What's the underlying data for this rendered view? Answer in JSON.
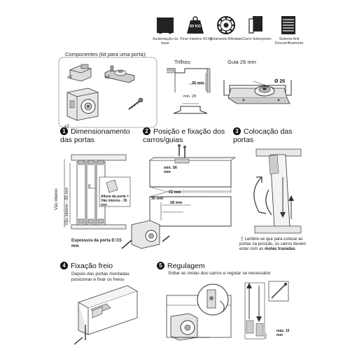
{
  "features": [
    {
      "icon": "base-support-icon",
      "label": "Sustentação na base"
    },
    {
      "icon": "weight-icon",
      "label": "Peso máximo 60 kg",
      "badge": "60 KG"
    },
    {
      "icon": "bearing-icon",
      "label": "Rolamento Blindado"
    },
    {
      "icon": "carriage-icon",
      "label": "Carro Sobreposto"
    },
    {
      "icon": "anti-derail-icon",
      "label": "Sistema Anti Descarrilhamento"
    }
  ],
  "components": {
    "title": "Componentes (kit para uma porta):",
    "qty_a": "x2",
    "qty_b": "x2",
    "qty_c": "x2"
  },
  "rails": {
    "title": "Trilhos:",
    "dim_depth": "26 mm",
    "dim_min": "min. 28"
  },
  "guide": {
    "title": "Guia 26 mm",
    "diameter": "Ø 26"
  },
  "steps": [
    {
      "num": "1",
      "title": "Dimensionamento das portas"
    },
    {
      "num": "2",
      "title": "Posição e fixação dos carros/guias"
    },
    {
      "num": "3",
      "title": "Colocação das portas"
    },
    {
      "num": "4",
      "title": "Fixação freio",
      "note": "Depois das portas montadas posicionar e fixar os freios"
    },
    {
      "num": "5",
      "title": "Regulagem",
      "note": "Soltar as molas dos carros e regular se necessário"
    }
  ],
  "step1": {
    "vao_label": "Vão interno",
    "vao_label2": "Vão interno - 35 mm",
    "dim_e": "E",
    "height_note": "Altura da porta = Vão interno - 35 mm",
    "thickness_note": "Espessura da porta E=15 mm"
  },
  "step2": {
    "min_label": "mín. 56 mm",
    "d30": "30 mm",
    "d72": "72 mm",
    "d28": "28 mm"
  },
  "step3": {
    "reminder_1": "Lembre-se que para colocar as portas na posição, os carros devem estar com as ",
    "reminder_2": "molas travadas"
  },
  "step5": {
    "max_label": "máx. 10 mm"
  }
}
